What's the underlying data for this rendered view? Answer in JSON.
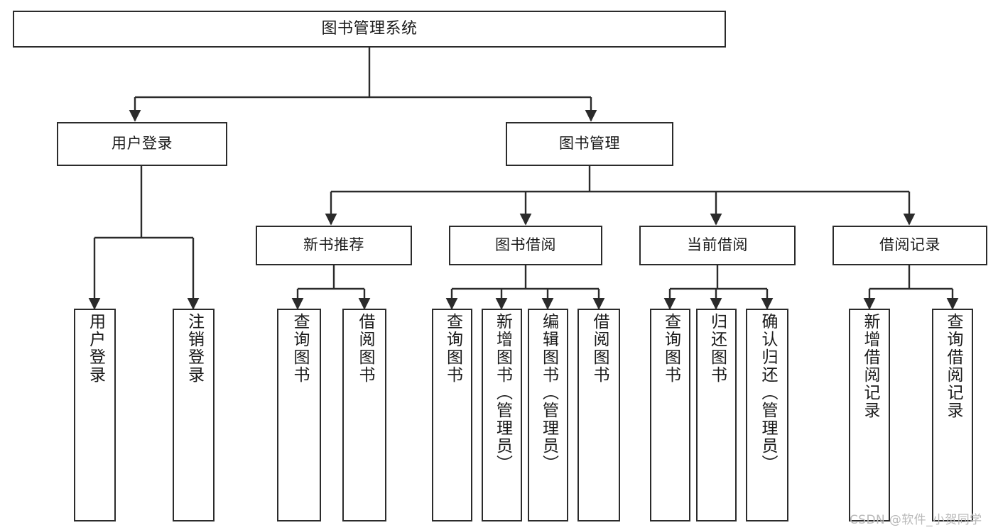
{
  "diagram": {
    "title": "图书管理系统",
    "type": "hierarchy-tree",
    "background_color": "#ffffff",
    "box_border_color": "#2b2b2b",
    "text_color": "#1a1a1a",
    "watermark": "CSDN @软件_小贺同学"
  },
  "nodes": {
    "root": {
      "label": "图书管理系统"
    },
    "level2": [
      {
        "key": "user_login",
        "label": "用户登录"
      },
      {
        "key": "book_manage",
        "label": "图书管理"
      }
    ],
    "level3": [
      {
        "key": "new_book",
        "label": "新书推荐"
      },
      {
        "key": "book_borrow",
        "label": "图书借阅"
      },
      {
        "key": "current_borrow",
        "label": "当前借阅"
      },
      {
        "key": "borrow_record",
        "label": "借阅记录"
      }
    ],
    "leaves": {
      "user_login": [
        {
          "label": "用户登录"
        },
        {
          "label": "注销登录"
        }
      ],
      "new_book": [
        {
          "label": "查询图书"
        },
        {
          "label": "借阅图书"
        }
      ],
      "book_borrow": [
        {
          "label": "查询图书"
        },
        {
          "label": "新增图书（管理员）"
        },
        {
          "label": "编辑图书（管理员）"
        },
        {
          "label": "借阅图书"
        }
      ],
      "current_borrow": [
        {
          "label": "查询图书"
        },
        {
          "label": "归还图书"
        },
        {
          "label": "确认归还（管理员）"
        }
      ],
      "borrow_record": [
        {
          "label": "新增借阅记录"
        },
        {
          "label": "查询借阅记录"
        }
      ]
    }
  }
}
